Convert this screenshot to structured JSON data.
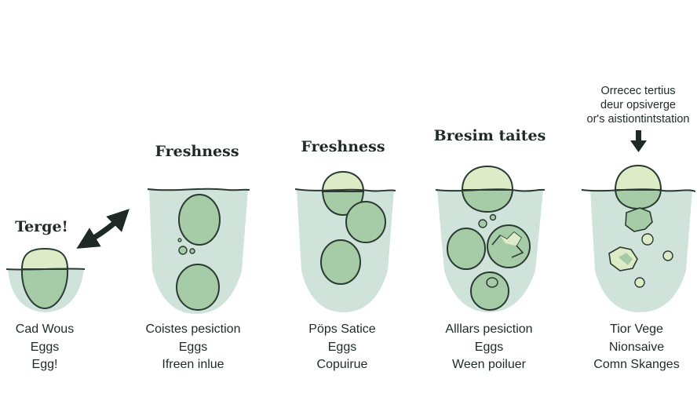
{
  "palette": {
    "water": "#cfe3db",
    "egg_body": "#a6cca7",
    "egg_top": "#ddecc7",
    "outline": "#2a3a33",
    "text": "#1f2a26"
  },
  "stages": [
    {
      "heading": "Terge!",
      "caption": [
        "Cad Wous",
        "Eggs",
        "Egg!"
      ]
    },
    {
      "heading": "Freshness",
      "caption": [
        "Coistes pesiction",
        "Eggs",
        "Ifreen inlue"
      ]
    },
    {
      "heading": "Freshness",
      "caption": [
        "Pöps Satice",
        "Eggs",
        "Copuirue"
      ]
    },
    {
      "heading": "Bresim taites",
      "caption": [
        "Alllars pesiction",
        "Eggs",
        "Ween poiluer"
      ]
    },
    {
      "note": [
        "Orrecec tertius",
        "deur opsiverge",
        "or's aistiontintstation"
      ],
      "caption": [
        "Tior Vege",
        "Nionsaive",
        "Comn Skanges"
      ]
    }
  ]
}
